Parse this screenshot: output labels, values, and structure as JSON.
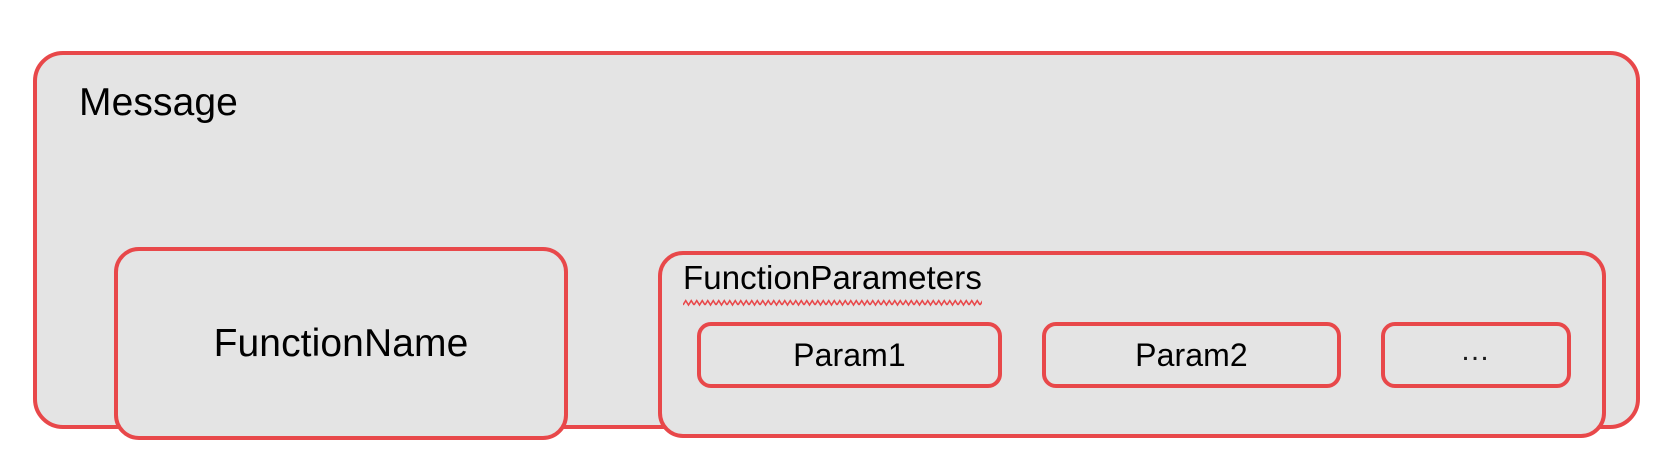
{
  "diagram": {
    "title": "Message",
    "background_color": "#ffffff",
    "node_fill_color": "#e4e4e4",
    "node_border_color": "#e8484a",
    "text_color": "#000000",
    "message": {
      "label": "Message",
      "children": {
        "function_name": {
          "label": "FunctionName"
        },
        "function_parameters": {
          "label": "FunctionParameters",
          "spellcheck_underline": true,
          "params": [
            {
              "label": "Param1"
            },
            {
              "label": "Param2"
            },
            {
              "label": "…"
            }
          ]
        }
      }
    }
  }
}
